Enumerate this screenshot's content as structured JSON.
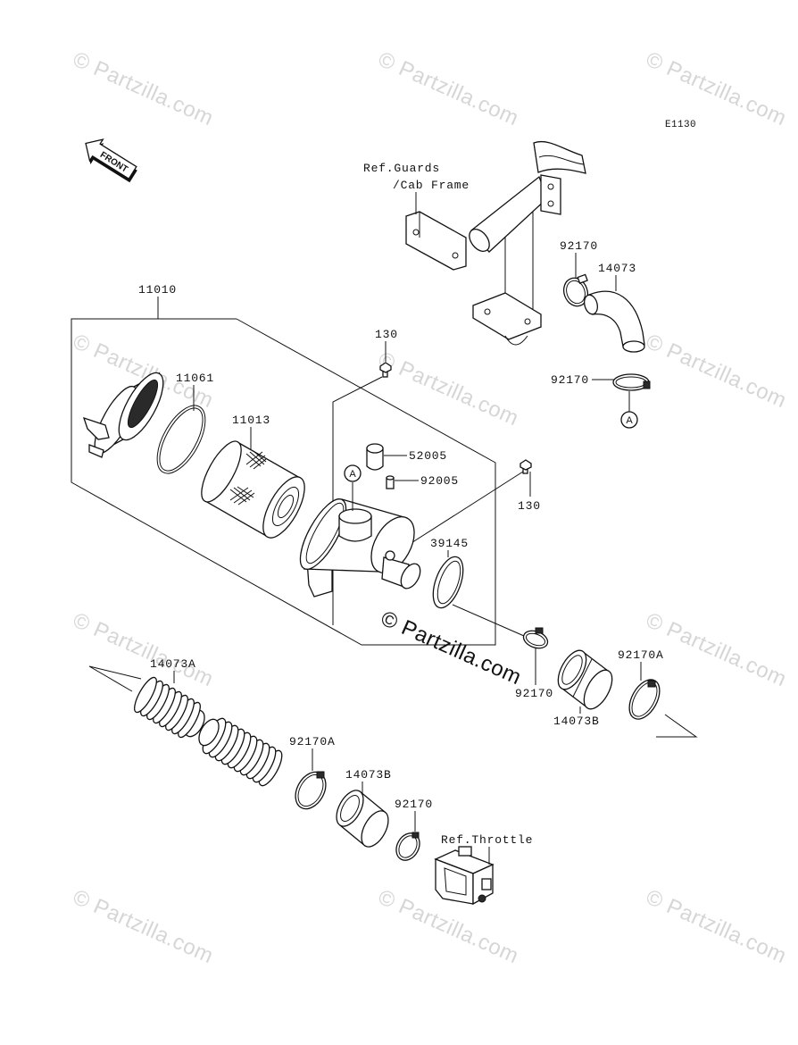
{
  "diagram_code": "E1130",
  "front_label": "FRONT",
  "callout": "A",
  "references": {
    "guards_line1": "Ref.Guards",
    "guards_line2": "/Cab Frame",
    "throttle": "Ref.Throttle"
  },
  "part_labels": [
    "11010",
    "130",
    "11061",
    "11013",
    "52005",
    "92005",
    "130",
    "39145",
    "92170",
    "14073",
    "92170",
    "14073A",
    "92170A",
    "92170",
    "14073B",
    "92170A",
    "14073B",
    "92170"
  ],
  "watermark": {
    "text": "© Partzilla.com"
  }
}
